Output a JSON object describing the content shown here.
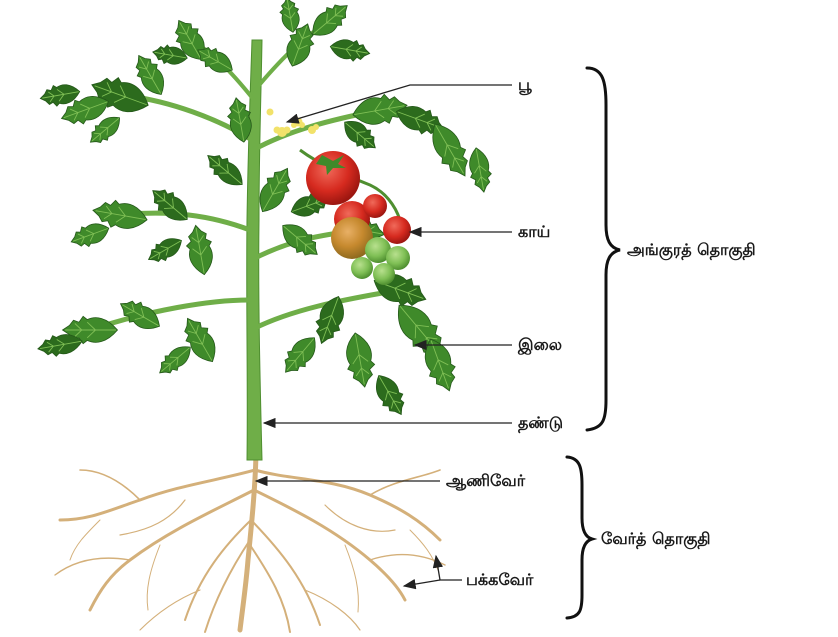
{
  "labels": {
    "flower": "பூ",
    "fruit": "காய்",
    "leaf": "இலை",
    "stem": "தண்டு",
    "taproot": "ஆணிவேர்",
    "lateral_root": "பக்கவேர்"
  },
  "groups": {
    "shoot_system": "அங்குரத் தொகுதி",
    "root_system": "வேர்த் தொகுதி"
  },
  "colors": {
    "leaf": "#3f8a2a",
    "leaf_dark": "#2c6b1d",
    "leaf_vein": "#7fbf55",
    "stem": "#6fae48",
    "tomato_ripe": "#d62a1f",
    "tomato_half": "#c6892e",
    "tomato_green": "#7fbf55",
    "flower": "#f2e26a",
    "root": "#d4b07a",
    "line": "#222222"
  }
}
